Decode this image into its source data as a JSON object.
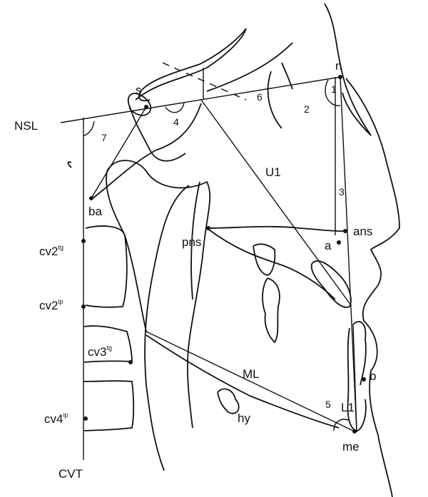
{
  "labels": {
    "n": "n",
    "s": "s",
    "nsl": "NSL",
    "ba": "ba",
    "pns": "pns",
    "ans": "ans",
    "a": "a",
    "u1": "U1",
    "l1": "L1",
    "ml": "ML",
    "b": "b",
    "hy": "hy",
    "me": "me",
    "cvt": "CVT",
    "cv2tg": "cv2",
    "cv2tg_sup": "tg",
    "cv2ip": "cv2",
    "cv2ip_sup": "ip",
    "cv3": "cv3",
    "cv3_sup": "tg",
    "cv4": "cv4",
    "cv4_sup": "ip"
  },
  "angles": [
    "1",
    "2",
    "3",
    "4",
    "5",
    "6",
    "7"
  ]
}
